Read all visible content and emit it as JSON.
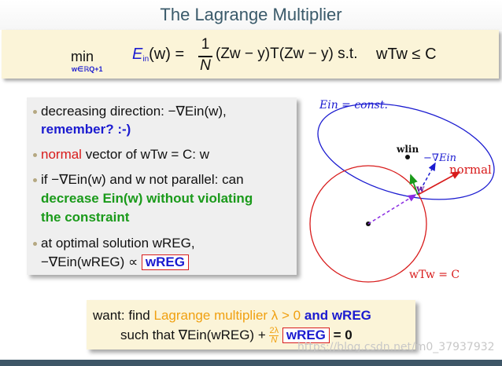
{
  "title": "The Lagrange Multiplier",
  "formula": {
    "min": "min",
    "min_sub": "w∈ℝQ+1",
    "lhs_E": "E",
    "lhs_sub": "in",
    "lhs_arg": "(w) =",
    "frac_num": "1",
    "frac_den": "N",
    "body": "(Zw − y)T(Zw − y) s.t.",
    "constraint": "wTw ≤ C"
  },
  "bullets": {
    "b1_line1": "decreasing direction: −∇Ein(w),",
    "b1_line2": "remember? :-)",
    "b2_word": "normal",
    "b2_rest": "vector of wTw = C: w",
    "b3_line1": "if −∇Ein(w) and w not parallel: can",
    "b3_line2": "decrease Ein(w) without violating",
    "b3_line3": "the constraint",
    "b4_line1": "at optimal solution wREG,",
    "b4_line2": "−∇Ein(wREG) ∝",
    "b4_boxed": "wREG"
  },
  "diagram": {
    "ellipse_label": "Ein = const.",
    "w_lin_label": "wlin",
    "neg_grad_label": "−∇Ein",
    "normal_label": "normal",
    "w_label": "w",
    "circle_label": "wTw = C"
  },
  "want": {
    "line1_a": "want: find",
    "line1_b": "Lagrange multiplier λ > 0",
    "line1_c": "and wREG",
    "line2_a": "such that ∇Ein(wREG) +",
    "line2_frac_num": "2λ",
    "line2_frac_den": "N",
    "line2_boxed": "wREG",
    "line2_end": "= 0"
  },
  "watermark": "https://blog.csdn.net/m0_37937932",
  "colors": {
    "accent_blue": "#1b1bd0",
    "accent_red": "#d81b1b",
    "accent_green": "#1a9a1a",
    "accent_orange": "#f0a010",
    "box_cream": "#fbf4d8",
    "box_grey": "#efefef",
    "title_color": "#3a5a6a",
    "footer": "#3e5667"
  }
}
